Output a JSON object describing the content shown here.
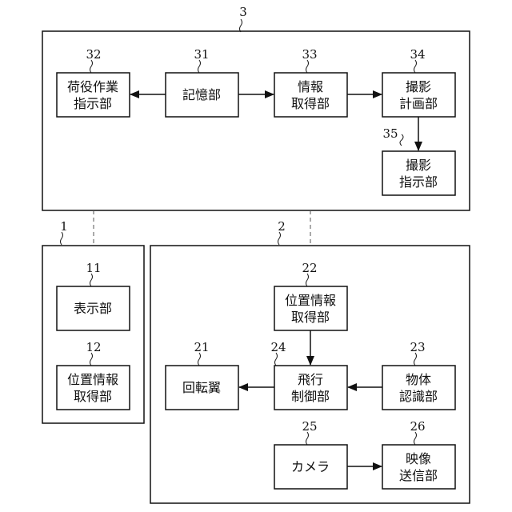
{
  "blocks": {
    "b3": {
      "ref": "3"
    },
    "b1": {
      "ref": "1"
    },
    "b2": {
      "ref": "2"
    },
    "b32": {
      "ref": "32",
      "lines": [
        "荷役作業",
        "指示部"
      ]
    },
    "b31": {
      "ref": "31",
      "lines": [
        "記憶部"
      ]
    },
    "b33": {
      "ref": "33",
      "lines": [
        "情報",
        "取得部"
      ]
    },
    "b34": {
      "ref": "34",
      "lines": [
        "撮影",
        "計画部"
      ]
    },
    "b35": {
      "ref": "35",
      "lines": [
        "撮影",
        "指示部"
      ]
    },
    "b11": {
      "ref": "11",
      "lines": [
        "表示部"
      ]
    },
    "b12": {
      "ref": "12",
      "lines": [
        "位置情報",
        "取得部"
      ]
    },
    "b22": {
      "ref": "22",
      "lines": [
        "位置情報",
        "取得部"
      ]
    },
    "b21": {
      "ref": "21",
      "lines": [
        "回転翼"
      ]
    },
    "b24": {
      "ref": "24",
      "lines": [
        "飛行",
        "制御部"
      ]
    },
    "b23": {
      "ref": "23",
      "lines": [
        "物体",
        "認識部"
      ]
    },
    "b25": {
      "ref": "25",
      "lines": [
        "カメラ"
      ]
    },
    "b26": {
      "ref": "26",
      "lines": [
        "映像",
        "送信部"
      ]
    }
  },
  "connections": [
    {
      "from": "b31",
      "to": "b32",
      "kind": "arrow"
    },
    {
      "from": "b31",
      "to": "b33",
      "kind": "arrow"
    },
    {
      "from": "b33",
      "to": "b34",
      "kind": "arrow"
    },
    {
      "from": "b34",
      "to": "b35",
      "kind": "arrow"
    },
    {
      "from": "b22",
      "to": "b24",
      "kind": "arrow"
    },
    {
      "from": "b24",
      "to": "b21",
      "kind": "arrow"
    },
    {
      "from": "b23",
      "to": "b24",
      "kind": "arrow"
    },
    {
      "from": "b25",
      "to": "b26",
      "kind": "arrow"
    },
    {
      "from": "b3",
      "to": "b1",
      "kind": "dashed"
    },
    {
      "from": "b3",
      "to": "b2",
      "kind": "dashed"
    }
  ]
}
